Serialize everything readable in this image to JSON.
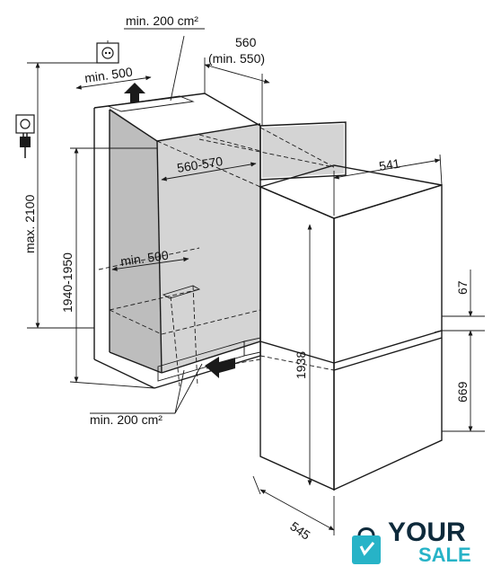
{
  "labels": {
    "vent_top": "min. 200 cm²",
    "vent_bottom": "min. 200 cm²",
    "depth_top": "560",
    "depth_top_min": "(min. 550)",
    "width_top": "min. 500",
    "niche_width": "560-570",
    "niche_inner_width": "min. 500",
    "max_height": "max. 2100",
    "niche_height": "1940-1950",
    "appliance_width": "541",
    "appliance_height": "1938",
    "appliance_depth": "545",
    "gap_upper": "67",
    "gap_lower": "669"
  },
  "logo": {
    "word": "YOUR",
    "sub": "SALE",
    "primary_color": "#0e2a3b",
    "accent_color": "#27b3c7"
  },
  "icons": [
    "socket-icon",
    "plug-icon",
    "arrow-up-icon",
    "arrow-left-icon",
    "shopping-bag-icon"
  ]
}
